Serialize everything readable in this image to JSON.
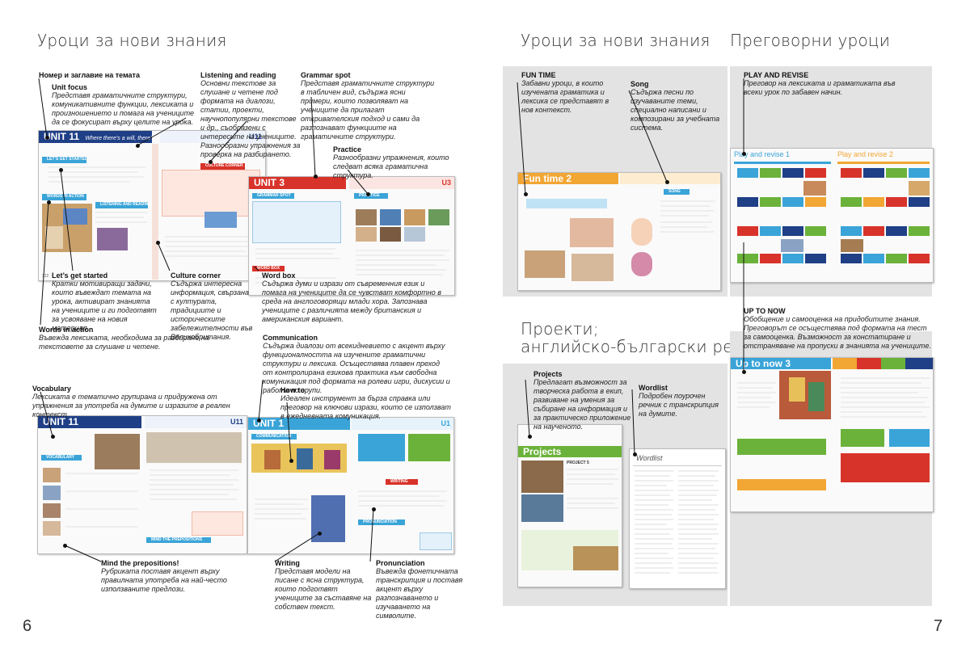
{
  "headings": {
    "left": "Уроци за нови знания",
    "right": "Уроци за нови знания",
    "revision": "Преговорни уроци",
    "projects_line1": "Проекти;",
    "projects_line2": "английско-български речник"
  },
  "page_numbers": {
    "left": "6",
    "right": "7"
  },
  "callouts": {
    "unit_title": {
      "title": "Номер и заглавие на темата",
      "desc": ""
    },
    "unit_focus": {
      "title": "Unit focus",
      "desc": "Представя граматичните структури, комуникативните функции, лексиката и произношението и помага на учениците да се фокусират върху целите на урока."
    },
    "listening_reading": {
      "title": "Listening and reading",
      "desc": "Основни текстове за слушане и четене под формата на диалози, статии, проекти, научнопопулярни текстове и др., съобразени с интересите на учениците. Разнообразни упражнения за проверка на разбирането."
    },
    "grammar_spot": {
      "title": "Grammar spot",
      "desc": "Представя граматичните структури в табличен вид, съдържа ясни примери, които позволяват на учениците да прилагат откривателския подход и сами да разпознават функциите на граматичните структури."
    },
    "practice": {
      "title": "Practice",
      "desc": "Разнообразни упражнения, които следват всяка граматична структура."
    },
    "lets_get_started": {
      "title": "Let’s get started",
      "desc": "Кратки мотивиращи задачи, които въвеждат темата на урока, активират знанията на учениците и ги подготвят за усвояване на новия материал."
    },
    "culture_corner": {
      "title": "Culture corner",
      "desc": "Съдържа интересна информация, свързана с културата, традициите и историческите забележителности във Великобритания."
    },
    "word_box": {
      "title": "Word box",
      "desc": "Съдържа думи и изрази от съвременния език и помага на учениците да се чувстват комфортно в среда на англоговорящи млади хора. Запознава учениците с различията между британския и американския вариант."
    },
    "words_in_action": {
      "title": "Words in action",
      "desc": "Въвежда лексиката, необходима за разбиране на текстовете за слушане и четене."
    },
    "communication": {
      "title": "Communication",
      "desc": "Съдържа диалози от всекидневието с акцент върху функционалността на изучените граматични структури и лексика. Осъществява плавен преход от контролирана езикова практика към свободна комуникация под формата на ролеви игри, дискусии и работа по групи."
    },
    "vocabulary": {
      "title": "Vocabulary",
      "desc": "Лексиката е тематично групирана и придружена от упражнения за употреба на думите и изразите в реален контекст."
    },
    "how_to": {
      "title": "How to",
      "desc": "Идеален инструмент за бърза справка или преговор на ключови изрази, които се използват в ежедневната комуникация."
    },
    "mind_prepositions": {
      "title": "Mind the prepositions!",
      "desc": "Рубриката поставя акцент върху правилната употреба на най-често използваните предлози."
    },
    "writing": {
      "title": "Writing",
      "desc": "Представя модели на писане с ясна структура, които подготвят учениците за съставяне на собствен текст."
    },
    "pronunciation": {
      "title": "Pronunciation",
      "desc": "Въвежда фонетичната транскрипция и поставя акцент върху разпознаването и изучаването на символите."
    },
    "fun_time": {
      "title": "FUN TIME",
      "desc": "Забавни уроци, в които изучената граматика и лексика се представят в нов контекст."
    },
    "song": {
      "title": "Song",
      "desc": "Съдържа песни по изучаваните теми, специално написани и композирани за учебната система."
    },
    "play_revise": {
      "title": "PLAY AND REVISE",
      "desc": "Преговор на лексиката и граматиката във всеки урок по забавен начин."
    },
    "up_to_now": {
      "title": "UP TO NOW",
      "desc": "Обобщение и самооценка на придобитите знания. Преговорът се осъществява под формата на тест за самооценка. Възможност за констатиране и отстраняване на пропуски в знанията на учениците."
    },
    "projects": {
      "title": "Projects",
      "desc": "Предлагат възможност за творческа работа в екип, развиване на умения за събиране на информация и за практическо приложение на наученото."
    },
    "wordlist": {
      "title": "Wordlist",
      "desc": "Подробен поурочен речник с транскрипция на думите."
    }
  },
  "thumbnails": {
    "unit11_main": {
      "bar_label": "UNIT 11",
      "bar_title": "Where there’s a will, there’s a way",
      "tag": "U11",
      "sec_started": "LET’S GET STARTED",
      "sec_words": "WORDS IN ACTION",
      "sec_listening": "LISTENING AND READING",
      "sec_culture": "CULTURE CORNER",
      "page_no": "122"
    },
    "unit3_grammar": {
      "bar_label": "UNIT 3",
      "tag": "U3",
      "sec_grammar": "GRAMMAR SPOT",
      "sec_practice": "PRACTICE",
      "sec_wordbox": "WORD BOX"
    },
    "unit11_vocab": {
      "bar_label": "UNIT 11",
      "tag": "U11",
      "sec_vocab": "VOCABULARY",
      "sec_prep": "MIND THE PREPOSITIONS"
    },
    "unit1_comm": {
      "bar_label": "UNIT 1",
      "tag": "U1",
      "sec_comm": "COMMUNICATION",
      "sec_writing": "WRITING",
      "sec_pron": "PRONUNCIATION"
    },
    "fun_time": {
      "bar_label": "Fun time 2",
      "sec_song": "SONG"
    },
    "play_revise": {
      "label_1": "Play and revise 1",
      "label_2": "Play and revise 2"
    },
    "up_to_now": {
      "bar_label": "Up to now 3"
    },
    "projects": {
      "bar_label": "Projects",
      "sub": "PROJECT 5"
    },
    "wordlist": {
      "bar_label": "Wordlist"
    }
  },
  "colors": {
    "navy": "#1f3f86",
    "red": "#d8332a",
    "cyan": "#3aa4d8",
    "green": "#6bb23a",
    "orange": "#f2a634",
    "greybox": "#e3e3e3"
  }
}
